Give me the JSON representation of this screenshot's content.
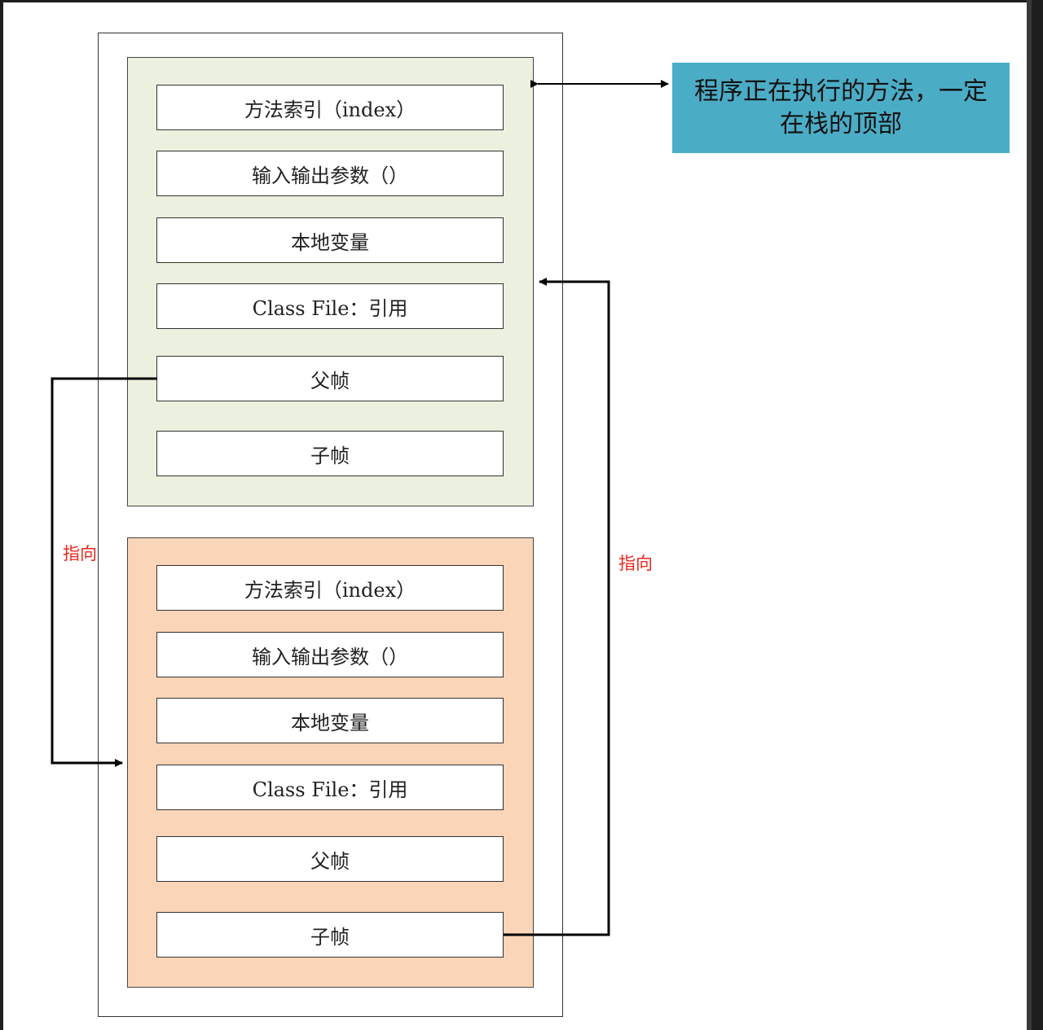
{
  "callout": {
    "text": "程序正在执行的方法，一定在栈的顶部"
  },
  "frames": [
    {
      "cells": [
        "方法索引（index）",
        "输入输出参数（）",
        "本地变量",
        "Class File：引用",
        "父帧",
        "子帧"
      ]
    },
    {
      "cells": [
        "方法索引（index）",
        "输入输出参数（）",
        "本地变量",
        "Class File：引用",
        "父帧",
        "子帧"
      ]
    }
  ],
  "arrow_labels": {
    "left": "指向",
    "right": "指向"
  },
  "colors": {
    "top_frame": "#ebf1de",
    "bottom_frame": "#fad5b8",
    "callout": "#4bacc6",
    "label": "#e8281e"
  }
}
